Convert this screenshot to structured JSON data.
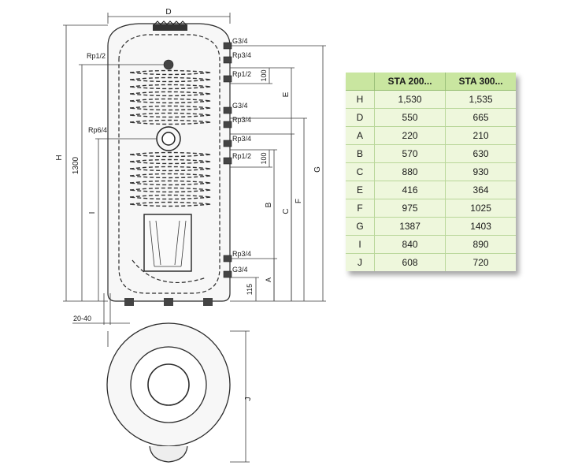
{
  "diagram": {
    "top_dim": "D",
    "ports_right": [
      "G3/4",
      "Rp3/4",
      "Rp1/2",
      "G3/4",
      "Rp3/4",
      "Rp3/4",
      "Rp1/2",
      "Rp3/4",
      "G3/4"
    ],
    "ports_left": [
      "Rp1/2",
      "Rp6/4"
    ],
    "dim_100_a": "100",
    "dim_100_b": "100",
    "dim_115": "115",
    "dim_E": "E",
    "dim_B": "B",
    "dim_C": "C",
    "dim_F": "F",
    "dim_G": "G",
    "dim_A": "A",
    "dim_H": "H",
    "dim_1300": "1300",
    "dim_I": "I",
    "dim_20_40": "20-40",
    "dim_J": "J"
  },
  "table": {
    "headers": [
      "",
      "STA 200...",
      "STA 300..."
    ],
    "rows": [
      [
        "H",
        "1,530",
        "1,535"
      ],
      [
        "D",
        "550",
        "665"
      ],
      [
        "A",
        "220",
        "210"
      ],
      [
        "B",
        "570",
        "630"
      ],
      [
        "C",
        "880",
        "930"
      ],
      [
        "E",
        "416",
        "364"
      ],
      [
        "F",
        "975",
        "1025"
      ],
      [
        "G",
        "1387",
        "1403"
      ],
      [
        "I",
        "840",
        "890"
      ],
      [
        "J",
        "608",
        "720"
      ]
    ]
  },
  "colors": {
    "header_bg": "#c9e6a0",
    "table_bg": "#eef7dc"
  }
}
